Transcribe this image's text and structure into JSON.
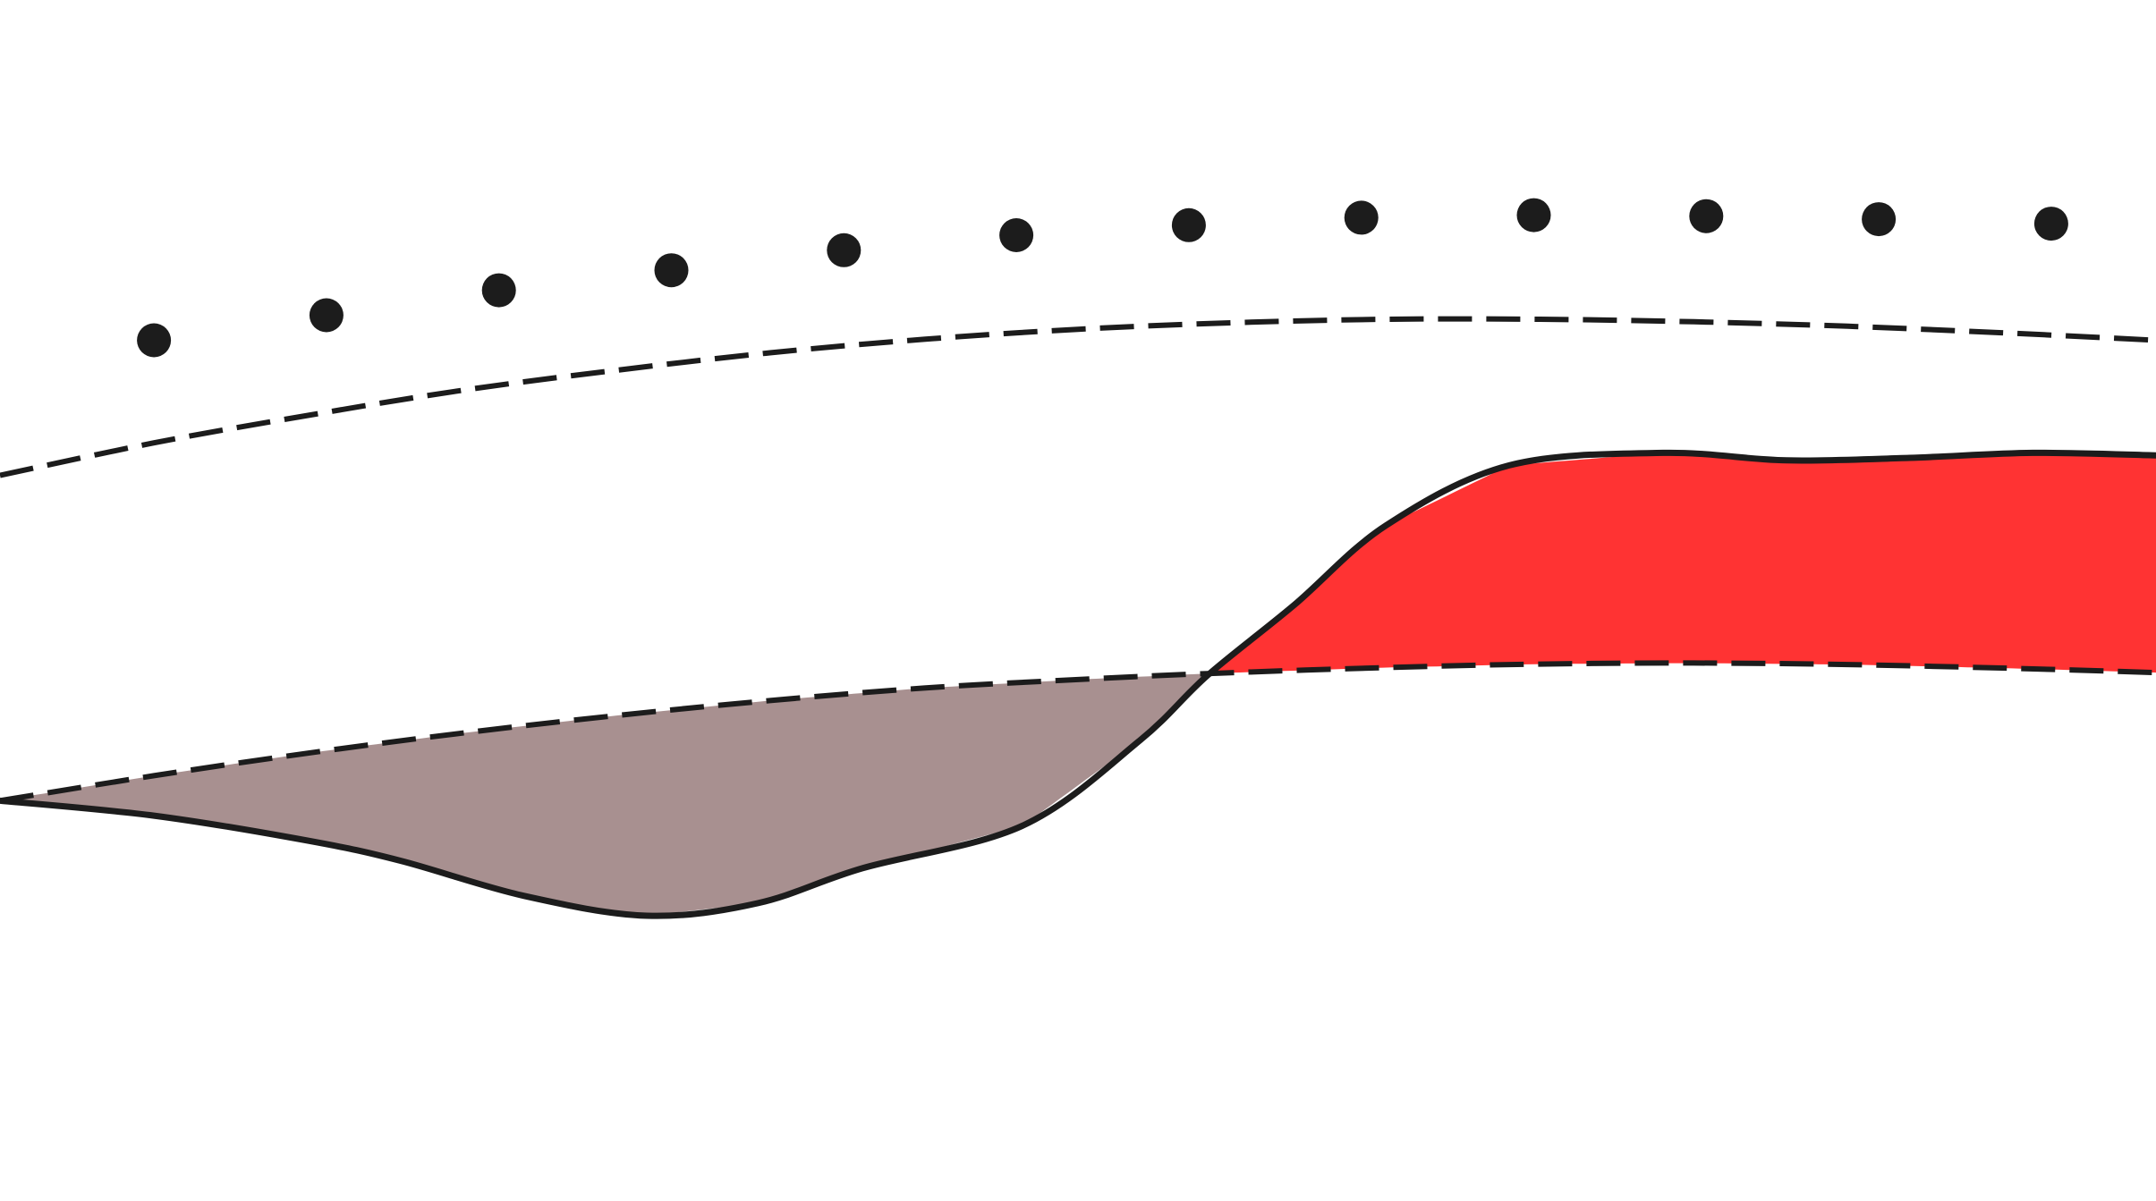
{
  "chart_data": {
    "type": "line",
    "title": "",
    "xlabel": "",
    "ylabel": "",
    "grid": false,
    "legend": "none",
    "xlim": [
      0,
      35
    ],
    "ylim": [
      -8,
      16
    ],
    "colors": {
      "ink": "#1c1c1c",
      "positive_fill": "#ff3333",
      "negative_fill": "#a89090",
      "background": "#ffffff"
    },
    "series": [
      {
        "style": "dots",
        "x": [
          2.5,
          5.3,
          8.1,
          10.9,
          13.7,
          16.5,
          19.3,
          22.1,
          24.9,
          27.7,
          30.5,
          33.3
        ],
        "values": [
          9.2,
          9.7,
          10.2,
          10.6,
          11.0,
          11.3,
          11.5,
          11.65,
          11.7,
          11.68,
          11.62,
          11.53
        ]
      },
      {
        "style": "dashed",
        "x": [
          0,
          2.5,
          5,
          7.5,
          10,
          12.5,
          15,
          17.5,
          20,
          22.5,
          25,
          27.5,
          30,
          32.5,
          35
        ],
        "values": [
          6.5,
          7.15,
          7.7,
          8.2,
          8.6,
          8.95,
          9.22,
          9.42,
          9.55,
          9.62,
          9.62,
          9.57,
          9.48,
          9.35,
          9.2
        ]
      },
      {
        "style": "dashed",
        "x": [
          0,
          2.5,
          5,
          7.5,
          10,
          12.5,
          15,
          17.5,
          19.6,
          22.5,
          25,
          27.5,
          30,
          32.5,
          35
        ],
        "values": [
          0.0,
          0.5,
          0.95,
          1.35,
          1.7,
          2.0,
          2.25,
          2.42,
          2.54,
          2.66,
          2.73,
          2.75,
          2.72,
          2.65,
          2.56
        ]
      },
      {
        "style": "solid",
        "x": [
          0,
          2.5,
          5,
          6.5,
          8.5,
          10.5,
          12.3,
          14,
          16.6,
          18.5,
          19.6,
          21,
          22.5,
          24.5,
          27,
          29,
          31,
          33,
          35
        ],
        "values": [
          0.0,
          -0.3,
          -0.8,
          -1.2,
          -1.9,
          -2.3,
          -2.05,
          -1.35,
          -0.5,
          1.2,
          2.5,
          3.9,
          5.5,
          6.7,
          6.95,
          6.8,
          6.85,
          6.95,
          6.9
        ]
      }
    ]
  }
}
